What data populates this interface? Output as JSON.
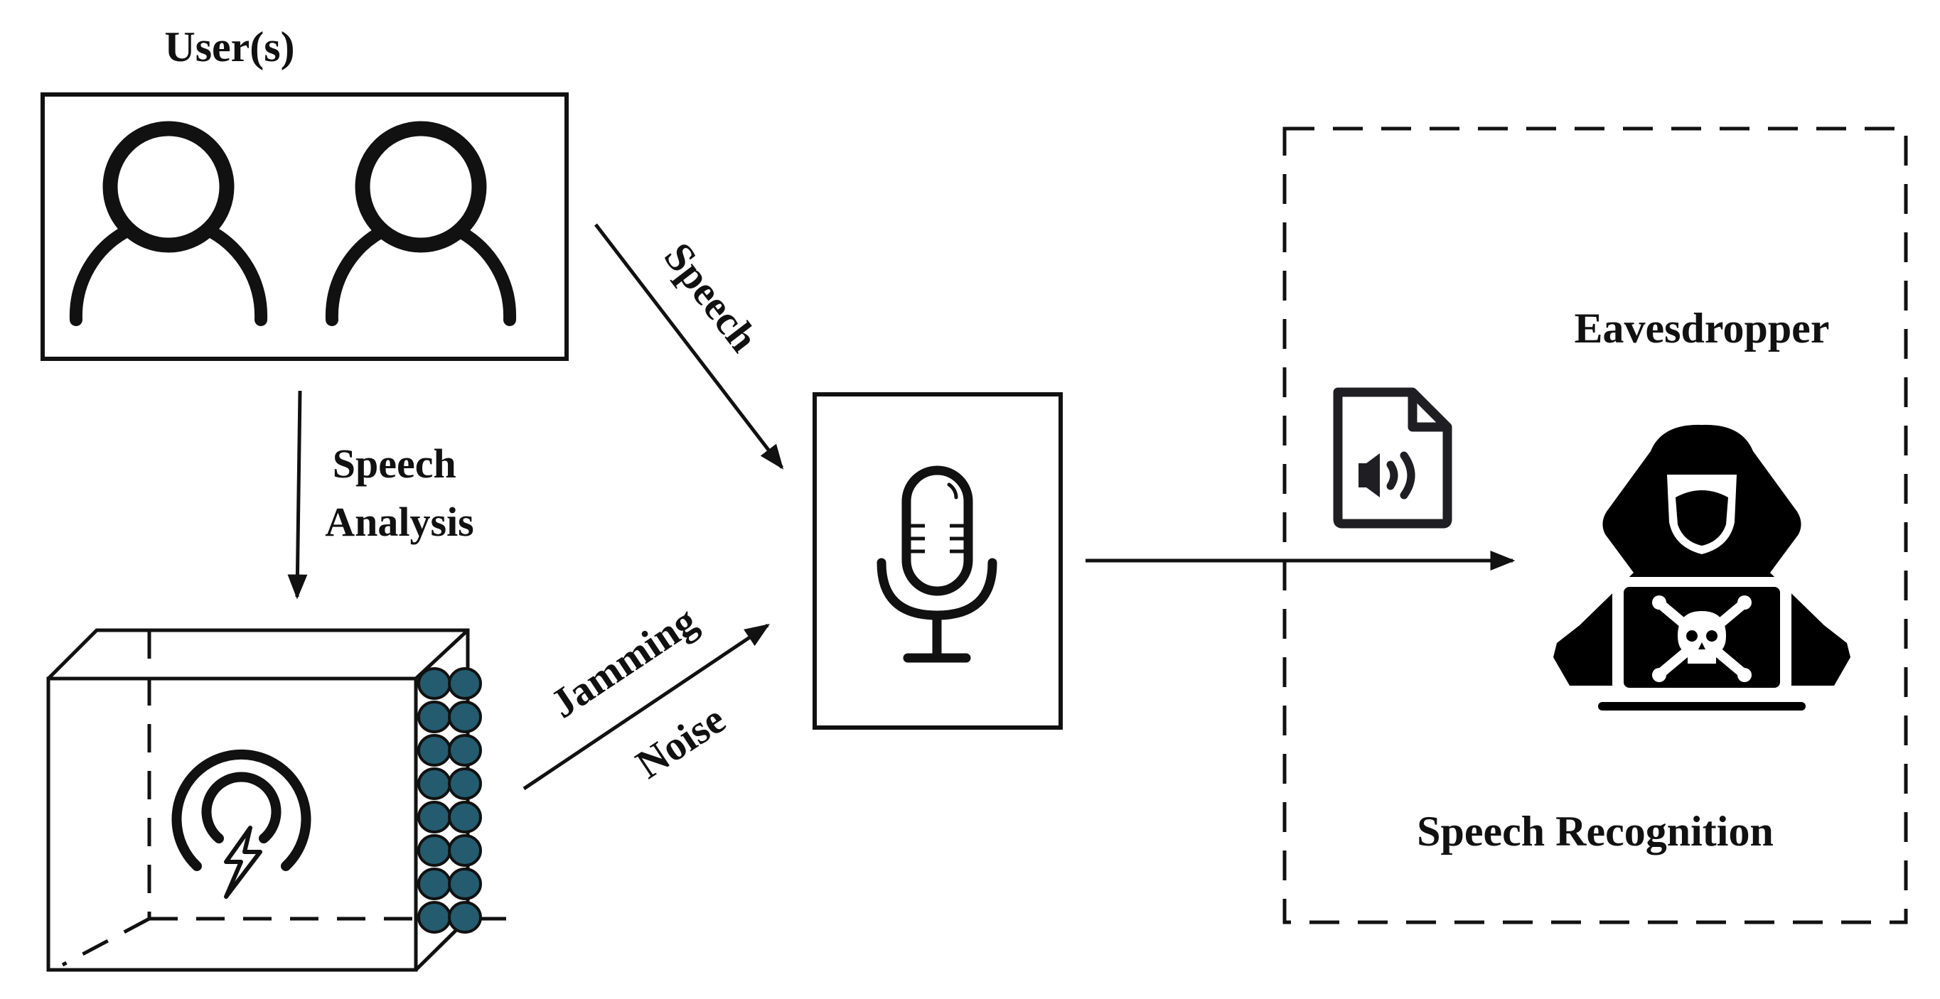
{
  "labels": {
    "users": "User(s)",
    "speech": "Speech",
    "speech_analysis_line1": "Speech",
    "speech_analysis_line2": "Analysis",
    "jamming": "Jamming",
    "noise": "Noise",
    "eavesdropper": "Eavesdropper",
    "speech_recognition": "Speech Recognition"
  },
  "icons": {
    "users": "user-icon",
    "jammer": "jammer-device-icon",
    "jammer_emitter": "wireless-power-icon",
    "speaker_array": "speaker-array-icon",
    "microphone": "microphone-icon",
    "audio_file": "audio-file-icon",
    "hacker": "hacker-icon",
    "skull": "skull-crossbones-icon"
  },
  "colors": {
    "line": "#111111",
    "speaker_fill": "#245b6e",
    "hacker_fill": "#000000",
    "background": "#ffffff"
  }
}
